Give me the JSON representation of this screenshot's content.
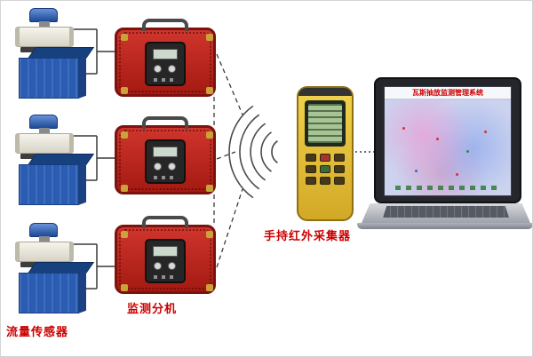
{
  "labels": {
    "flow_sensor": "流量传感器",
    "monitor_unit": "监测分机",
    "handheld_collector": "手持红外采集器"
  },
  "laptop_screen": {
    "title": "瓦斯抽放监测管理系统"
  },
  "colors": {
    "label_red": "#cc0000",
    "case_red": "#b5201a",
    "tank_blue": "#2a5cb4",
    "handheld_yellow": "#e8c33c",
    "lcd_green": "#a9c494",
    "screen_lavender": "#c5cdeb"
  }
}
